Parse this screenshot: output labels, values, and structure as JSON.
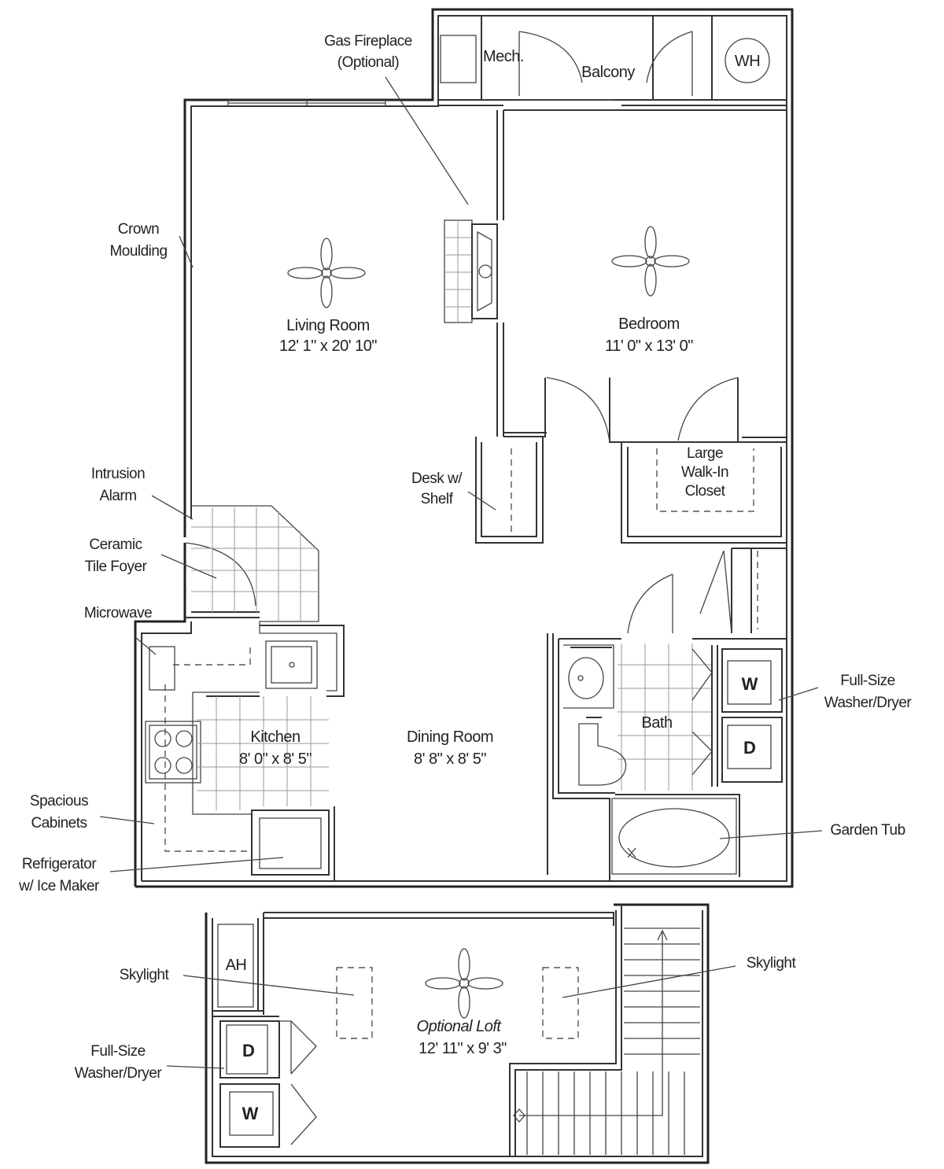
{
  "rooms": {
    "living_room": {
      "name": "Living Room",
      "size": "12' 1\" x 20' 10\""
    },
    "bedroom": {
      "name": "Bedroom",
      "size": "11' 0\" x 13' 0\""
    },
    "kitchen": {
      "name": "Kitchen",
      "size": "8' 0\" x 8' 5\""
    },
    "dining_room": {
      "name": "Dining Room",
      "size": "8' 8\" x 8' 5\""
    },
    "loft": {
      "name": "Optional Loft",
      "size": "12' 11\" x 9' 3\""
    },
    "bath": "Bath",
    "mech": "Mech.",
    "balcony": "Balcony",
    "closet": [
      "Large",
      "Walk-In",
      "Closet"
    ]
  },
  "appliances": {
    "water_heater": "WH",
    "air_handler": "AH",
    "washer": "W",
    "dryer": "D"
  },
  "callouts": {
    "gas_fireplace": [
      "Gas Fireplace",
      "(Optional)"
    ],
    "crown_moulding": [
      "Crown",
      "Moulding"
    ],
    "intrusion_alarm": [
      "Intrusion",
      "Alarm"
    ],
    "ceramic_tile_foyer": [
      "Ceramic",
      "Tile Foyer"
    ],
    "microwave": "Microwave",
    "spacious_cabinets": [
      "Spacious",
      "Cabinets"
    ],
    "refrigerator": [
      "Refrigerator",
      "w/ Ice Maker"
    ],
    "desk_shelf": [
      "Desk w/",
      "Shelf"
    ],
    "washer_dryer_main": [
      "Full-Size",
      "Washer/Dryer"
    ],
    "garden_tub": "Garden Tub",
    "skylight_left": "Skylight",
    "skylight_right": "Skylight",
    "washer_dryer_loft": [
      "Full-Size",
      "Washer/Dryer"
    ]
  }
}
